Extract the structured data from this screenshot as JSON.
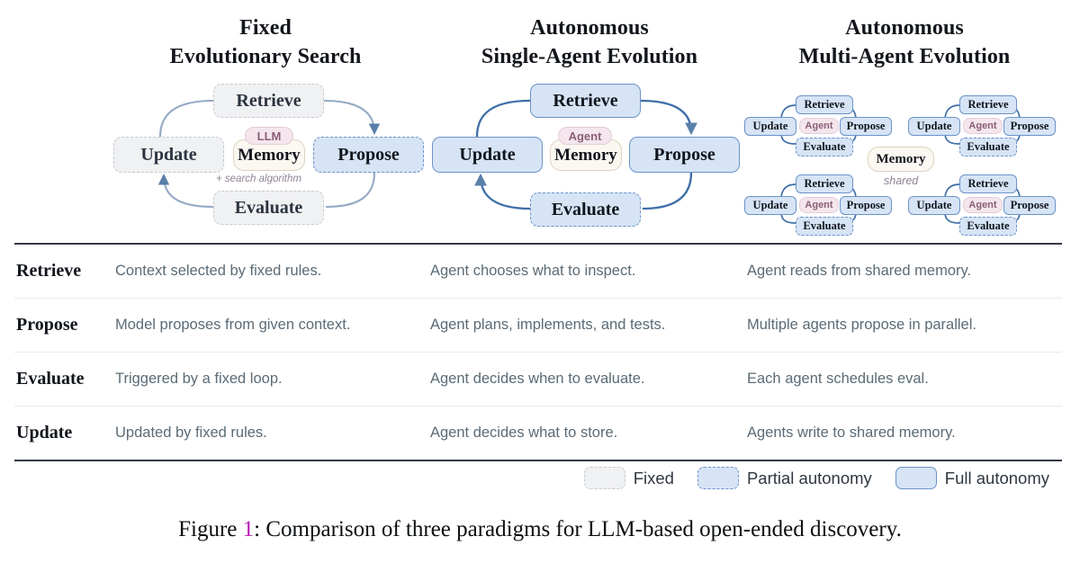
{
  "panels": [
    {
      "title_line1": "Fixed",
      "title_line2": "Evolutionary Search",
      "nodes": {
        "retrieve": "Retrieve",
        "update": "Update",
        "propose": "Propose",
        "evaluate": "Evaluate"
      },
      "center": {
        "badge": "LLM",
        "memory": "Memory",
        "note": "+ search algorithm"
      }
    },
    {
      "title_line1": "Autonomous",
      "title_line2": "Single-Agent Evolution",
      "nodes": {
        "retrieve": "Retrieve",
        "update": "Update",
        "propose": "Propose",
        "evaluate": "Evaluate"
      },
      "center": {
        "badge": "Agent",
        "memory": "Memory",
        "note": ""
      }
    },
    {
      "title_line1": "Autonomous",
      "title_line2": "Multi-Agent Evolution",
      "nodes": {
        "retrieve": "Retrieve",
        "update": "Update",
        "propose": "Propose",
        "evaluate": "Evaluate"
      },
      "center": {
        "badge": "Agent",
        "memory": "Memory",
        "note": "shared"
      }
    }
  ],
  "table": {
    "rows": [
      {
        "label": "Retrieve",
        "fixed": "Context selected by fixed rules.",
        "single": "Agent chooses what to inspect.",
        "multi": "Agent reads from shared memory."
      },
      {
        "label": "Propose",
        "fixed": "Model proposes from given context.",
        "single": "Agent plans, implements, and tests.",
        "multi": "Multiple agents propose in parallel."
      },
      {
        "label": "Evaluate",
        "fixed": "Triggered by a fixed loop.",
        "single": "Agent decides when to evaluate.",
        "multi": "Each agent schedules eval."
      },
      {
        "label": "Update",
        "fixed": "Updated by fixed rules.",
        "single": "Agent decides what to store.",
        "multi": "Agents write to shared memory."
      }
    ]
  },
  "legend": {
    "items": [
      {
        "label": "Fixed",
        "style": "fixed"
      },
      {
        "label": "Partial autonomy",
        "style": "partial"
      },
      {
        "label": "Full autonomy",
        "style": "full"
      }
    ]
  },
  "caption": {
    "prefix": "Figure ",
    "number": "1",
    "text": ": Comparison of three paradigms for LLM-based open-ended discovery."
  },
  "colors": {
    "fixed_fill": "#f0f1f3",
    "fixed_border": "#c7cbd1",
    "autonomy_fill": "#d6e4f5",
    "autonomy_border": "#6c93c8",
    "memory_fill": "#fbf7f1",
    "memory_border": "#dfd3bf",
    "badge_fill": "#f4e6ec",
    "badge_text": "#8a5f77",
    "arrow": "#5b7fab",
    "figure_number": "#b81cb8",
    "body_text": "#5b6b76"
  }
}
